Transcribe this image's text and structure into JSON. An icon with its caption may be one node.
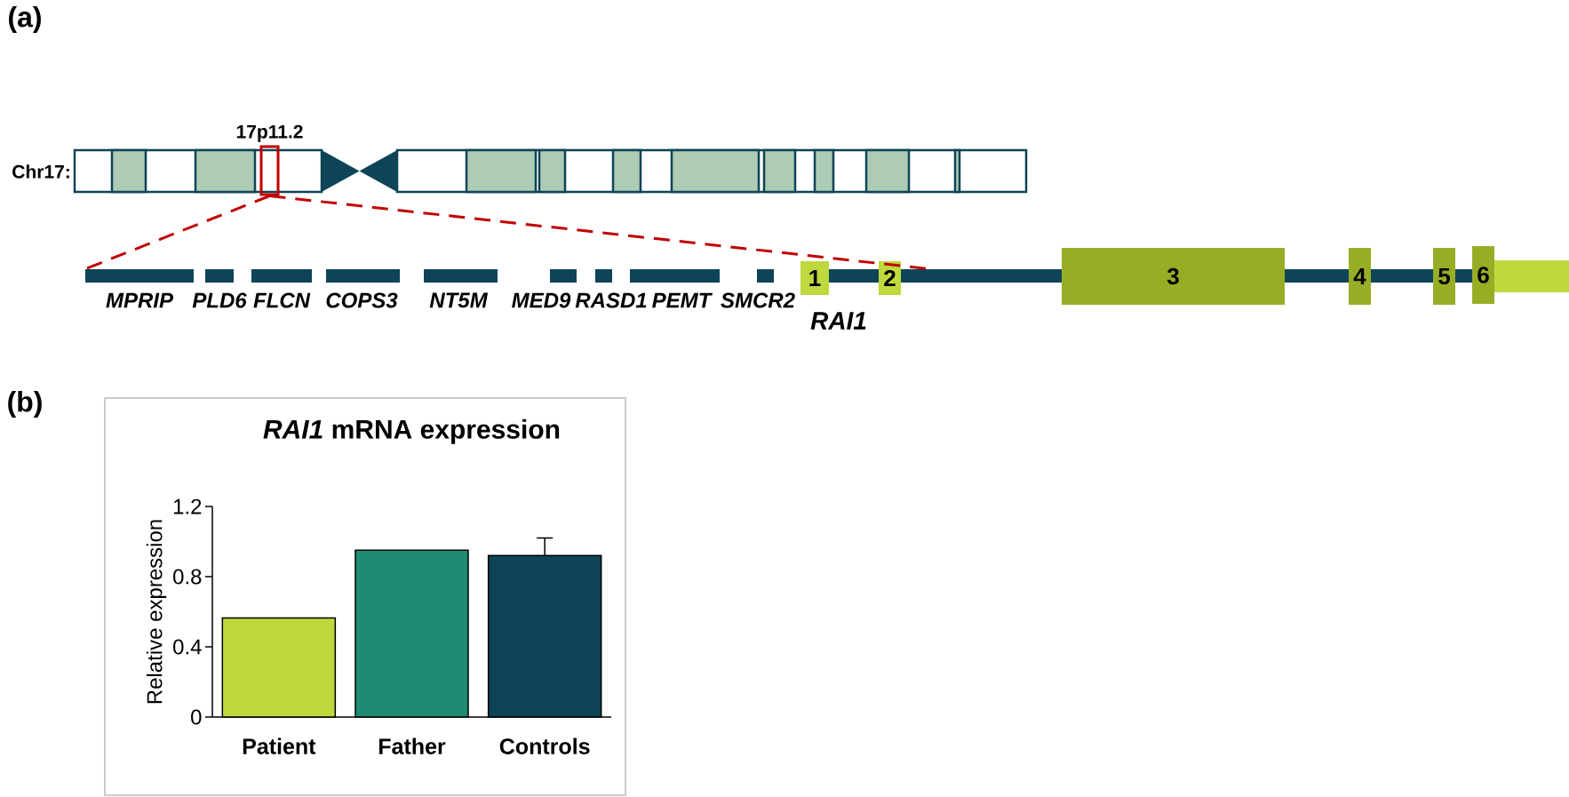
{
  "diagram": {
    "nodes": [
      {
        "text": [
          "Chr17:"
        ]
      },
      {
        "text": [
          "17p11.2"
        ]
      },
      {
        "text": [
          "MPRIP"
        ]
      },
      {
        "text": [
          "PLD6"
        ]
      },
      {
        "text": [
          "FLCN"
        ]
      },
      {
        "text": [
          "COPS3"
        ]
      },
      {
        "text": [
          "NT5M"
        ]
      },
      {
        "text": [
          "MED9"
        ]
      },
      {
        "text": [
          "RASD1"
        ]
      },
      {
        "text": [
          "PEMT"
        ]
      },
      {
        "text": [
          "SMCR2"
        ]
      },
      {
        "text": [
          "RAI1"
        ]
      },
      {
        "text": [
          "1"
        ]
      },
      {
        "text": [
          "2"
        ]
      },
      {
        "text": [
          "3"
        ]
      },
      {
        "text": [
          "4"
        ]
      },
      {
        "text": [
          "5"
        ]
      },
      {
        "text": [
          "6"
        ]
      },
      {
        "text": [],
        "shape": "bar"
      }
    ],
    "edges": [
      {
        "from": 1,
        "to": 2,
        "arrow": "none",
        "style": "dashed"
      },
      {
        "from": 1,
        "to": 11,
        "arrow": "none",
        "style": "dashed"
      }
    ],
    "labels": [
      "(a)",
      "(b)"
    ],
    "chart_data": {
      "type": "bar",
      "title": "*RAI1* mRNA expression",
      "ylabel": "Relative expression",
      "categories": [
        "Patient",
        "Father",
        "Controls"
      ],
      "series": [
        {
          "color": "#bfd83e",
          "values": [
            0.565,
            null,
            null
          ]
        },
        {
          "color": "#1e8c72",
          "values": [
            null,
            0.95,
            null
          ]
        },
        {
          "color": "#0d4457",
          "values": [
            null,
            null,
            0.92
          ],
          "errors": [
            null,
            null,
            0.1
          ]
        }
      ],
      "ylim": [
        0,
        1.2
      ],
      "yticks": [
        0,
        0.4,
        0.8,
        1.2
      ]
    }
  }
}
